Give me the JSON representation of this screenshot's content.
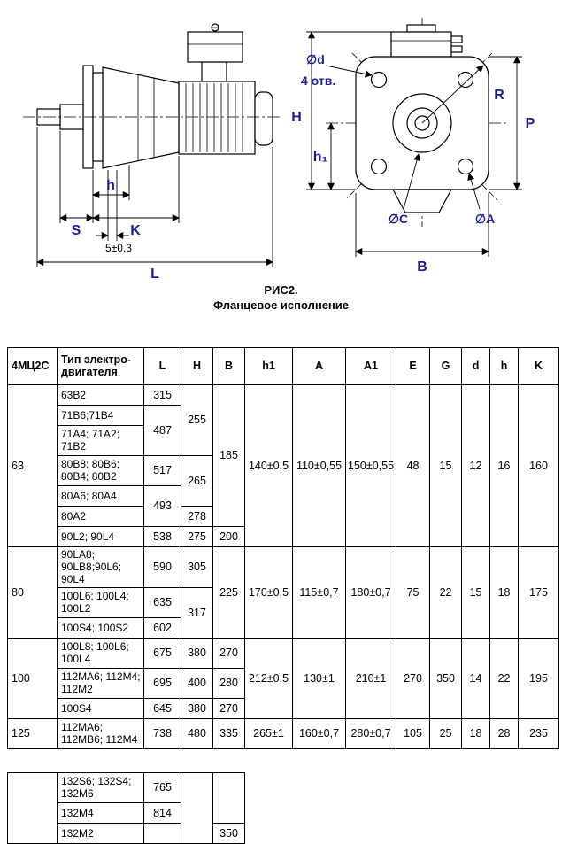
{
  "colors": {
    "dim_label": "#1b1b9e",
    "line": "#000000",
    "background": "#ffffff"
  },
  "figure": {
    "caption_line1": "РИС2.",
    "caption_line2": "Фланцевое исполнение",
    "side_view": {
      "h": "h",
      "S": "S",
      "K": "K",
      "tol": "5±0,3",
      "L": "L"
    },
    "flange_view": {
      "d": "∅d",
      "holes": "4 отв.",
      "H": "H",
      "h1": "h₁",
      "R": "R",
      "P": "P",
      "C": "∅C",
      "A": "∅A",
      "B": "B"
    }
  },
  "table": {
    "headers": [
      "4МЦ2С",
      "Тип электро-двигателя",
      "L",
      "H",
      "B",
      "h1",
      "A",
      "A1",
      "E",
      "G",
      "d",
      "h",
      "K"
    ],
    "g63": {
      "size": "63",
      "motors": [
        "63В2",
        "71В6;71В4",
        "71А4; 71А2; 71В2",
        "80В8; 80В6; 80В4; 80В2",
        "80А6; 80А4",
        "80А2",
        "90L2; 90L4"
      ],
      "L": [
        "315",
        "487",
        "517",
        "493",
        "538"
      ],
      "H": [
        "255",
        "265",
        "278",
        "275"
      ],
      "B": [
        "185",
        "200"
      ],
      "h1": "140±0,5",
      "A": "110±0,55",
      "A1": "150±0,55",
      "E": "48",
      "G": "15",
      "d": "12",
      "h": "16",
      "K": "160"
    },
    "g80": {
      "size": "80",
      "motors": [
        "90LА8; 90LВ8;90L6; 90L4",
        "100L6; 100L4; 100L2",
        "100S4; 100S2"
      ],
      "L": [
        "590",
        "635",
        "602"
      ],
      "H": [
        "305",
        "317"
      ],
      "B": "225",
      "h1": "170±0,5",
      "A": "115±0,7",
      "A1": "180±0,7",
      "E": "75",
      "G": "22",
      "d": "15",
      "h": "18",
      "K": "175"
    },
    "g100": {
      "size": "100",
      "motors": [
        "100L8; 100L6; 100L4",
        "112МА6; 112М4; 112М2",
        "100S4"
      ],
      "L": [
        "675",
        "695",
        "645"
      ],
      "H": [
        "380",
        "400",
        "380"
      ],
      "B": [
        "270",
        "280",
        "270"
      ],
      "h1": "212±0,5",
      "A": "130±1",
      "A1": "210±1",
      "E": "270",
      "G": "350",
      "d": "14",
      "h": "22",
      "K": "195"
    },
    "g125": {
      "size": "125",
      "motors": [
        "112МА6; 112МВ6; 112М4"
      ],
      "L": "738",
      "H": "480",
      "B": "335",
      "h1": "265±1",
      "A": "160±0,7",
      "A1": "280±0,7",
      "E": "105",
      "G": "25",
      "d": "18",
      "h": "28",
      "K": "235"
    },
    "extra": {
      "motors": [
        "132S6; 132S4; 132М6",
        "132М4",
        "132М2"
      ],
      "L": [
        "765",
        "814"
      ],
      "B": "350"
    }
  }
}
